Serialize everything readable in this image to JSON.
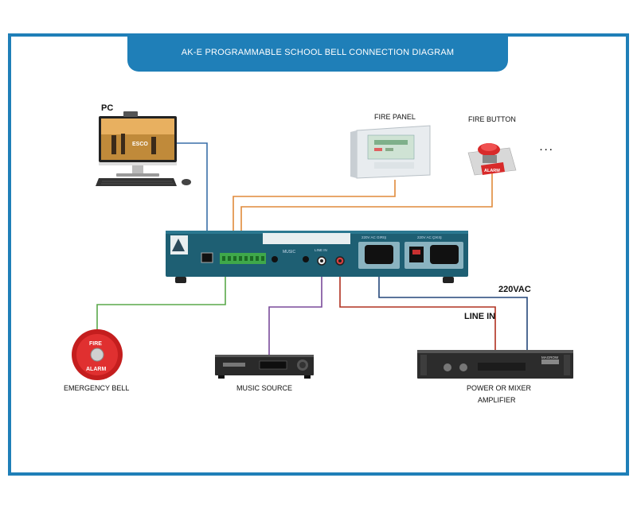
{
  "title": "AK-E PROGRAMMABLE SCHOOL BELL CONNECTION DIAGRAM",
  "labels": {
    "pc": "PC",
    "fire_panel": "FIRE PANEL",
    "fire_button": "FIRE BUTTON",
    "ellipsis": ". . .",
    "emergency_bell": "EMERGENCY BELL",
    "music_source": "MUSIC SOURCE",
    "amplifier_line1": "POWER OR MIXER",
    "amplifier_line2": "AMPLIFIER",
    "vac": "220VAC",
    "line_in": "LINE IN"
  },
  "device_text": {
    "monitor_brand": "ESCO",
    "bell_top": "FIRE",
    "bell_bottom": "ALARM",
    "button_tag": "ALARM",
    "ac_in": "220V AC GIRIŞ",
    "ac_out": "220V AC ÇIKIŞ",
    "music": "MUSIC",
    "line_in_port": "LINE IN",
    "amp_brand": "MAGROW"
  },
  "colors": {
    "frame": "#1f7fb8",
    "device_body": "#1e5f73",
    "wire_blue": "#3a6fa8",
    "wire_orange": "#e08a3a",
    "wire_green": "#5aa84a",
    "wire_purple": "#7a4a9a",
    "wire_red": "#b03020",
    "wire_navy": "#24477a"
  }
}
